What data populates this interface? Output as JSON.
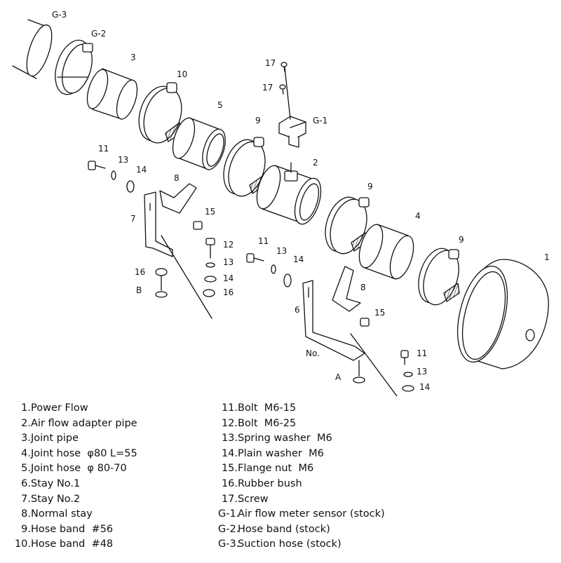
{
  "callouts": {
    "g3": "G-3",
    "g2": "G-2",
    "g1": "G-1",
    "p1": "1",
    "p2": "2",
    "p3": "3",
    "p4": "4",
    "p5": "5",
    "p6": "6",
    "p7": "7",
    "p8a": "8",
    "p8b": "8",
    "p9a": "9",
    "p9b": "9",
    "p9c": "9",
    "p10": "10",
    "p11a": "11",
    "p11b": "11",
    "p11c": "11",
    "p12": "12",
    "p13a": "13",
    "p13b": "13",
    "p13c": "13",
    "p13d": "13",
    "p14a": "14",
    "p14b": "14",
    "p14c": "14",
    "p14d": "14",
    "p15a": "15",
    "p15b": "15",
    "p16a": "16",
    "p16b": "16",
    "p17a": "17",
    "p17b": "17",
    "label_a": "A",
    "label_b": "B",
    "label_no": "No."
  },
  "legend_left": [
    {
      "num": "1",
      "text": "Power Flow"
    },
    {
      "num": "2",
      "text": "Air flow adapter pipe"
    },
    {
      "num": "3",
      "text": "Joint pipe"
    },
    {
      "num": "4",
      "text": "Joint hose  φ80 L=55"
    },
    {
      "num": "5",
      "text": "Joint hose  φ 80-70"
    },
    {
      "num": "6",
      "text": "Stay No.1"
    },
    {
      "num": "7",
      "text": "Stay No.2"
    },
    {
      "num": "8",
      "text": "Normal stay"
    },
    {
      "num": "9",
      "text": "Hose band  #56"
    },
    {
      "num": "10",
      "text": "Hose band  #48"
    }
  ],
  "legend_right": [
    {
      "num": "11",
      "text": "Bolt  M6-15"
    },
    {
      "num": "12",
      "text": "Bolt  M6-25"
    },
    {
      "num": "13",
      "text": "Spring washer  M6"
    },
    {
      "num": "14",
      "text": "Plain washer  M6"
    },
    {
      "num": "15",
      "text": "Flange nut  M6"
    },
    {
      "num": "16",
      "text": "Rubber bush"
    },
    {
      "num": "17",
      "text": "Screw"
    },
    {
      "num": "G-1",
      "text": "Air flow meter sensor (stock)"
    },
    {
      "num": "G-2",
      "text": "Hose band (stock)"
    },
    {
      "num": "G-3",
      "text": "Suction hose (stock)"
    }
  ]
}
